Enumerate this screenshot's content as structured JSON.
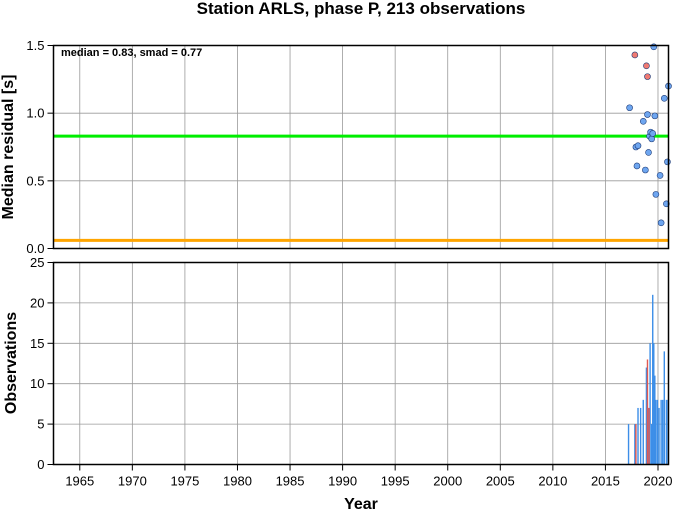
{
  "chart_data": [
    {
      "type": "scatter",
      "title": "Station ARLS, phase P, 213 observations",
      "ylabel": "Median residual [s]",
      "annotation": "median = 0.83, smad = 0.77",
      "xlim": [
        1962.5,
        2021.0
      ],
      "ylim": [
        0.0,
        1.5
      ],
      "yticks": [
        "0.0",
        "0.5",
        "1.0",
        "1.5"
      ],
      "grid": true,
      "reference_lines": [
        {
          "value": 0.83,
          "color": "#00ee00"
        },
        {
          "value": 0.06,
          "color": "#ffa500"
        }
      ],
      "series": [
        {
          "color": "#6ea6f0",
          "points": [
            {
              "x": 2017.3,
              "y": 1.04
            },
            {
              "x": 2017.9,
              "y": 0.75
            },
            {
              "x": 2018.0,
              "y": 0.61
            },
            {
              "x": 2018.1,
              "y": 0.76
            },
            {
              "x": 2018.6,
              "y": 0.94
            },
            {
              "x": 2018.8,
              "y": 0.58
            },
            {
              "x": 2019.0,
              "y": 0.99
            },
            {
              "x": 2019.1,
              "y": 0.71
            },
            {
              "x": 2019.2,
              "y": 0.83
            },
            {
              "x": 2019.3,
              "y": 0.86
            },
            {
              "x": 2019.4,
              "y": 0.81
            },
            {
              "x": 2019.5,
              "y": 0.85
            },
            {
              "x": 2019.6,
              "y": 1.49
            },
            {
              "x": 2019.7,
              "y": 0.98
            },
            {
              "x": 2019.8,
              "y": 0.4
            },
            {
              "x": 2020.2,
              "y": 0.54
            },
            {
              "x": 2020.3,
              "y": 0.19
            },
            {
              "x": 2020.6,
              "y": 1.11
            },
            {
              "x": 2020.8,
              "y": 0.33
            },
            {
              "x": 2020.9,
              "y": 0.64
            },
            {
              "x": 2021.0,
              "y": 1.2
            }
          ]
        },
        {
          "color": "#f07a72",
          "points": [
            {
              "x": 2017.8,
              "y": 1.43
            },
            {
              "x": 2018.9,
              "y": 1.35
            },
            {
              "x": 2019.0,
              "y": 1.27
            }
          ]
        }
      ]
    },
    {
      "type": "bar",
      "xlabel": "Year",
      "ylabel": "Observations",
      "xlim": [
        1962.5,
        2021.0
      ],
      "ylim": [
        0,
        25
      ],
      "yticks": [
        "0",
        "5",
        "10",
        "15",
        "20",
        "25"
      ],
      "xticks": [
        "1965",
        "1970",
        "1975",
        "1980",
        "1985",
        "1990",
        "1995",
        "2000",
        "2005",
        "2010",
        "2015",
        "2020"
      ],
      "grid": true,
      "series": [
        {
          "color": "#3c8ee8",
          "bars": [
            {
              "x": 2017.2,
              "y": 5
            },
            {
              "x": 2017.8,
              "y": 5
            },
            {
              "x": 2018.1,
              "y": 7
            },
            {
              "x": 2018.35,
              "y": 7
            },
            {
              "x": 2018.6,
              "y": 8
            },
            {
              "x": 2018.9,
              "y": 12
            },
            {
              "x": 2019.1,
              "y": 7
            },
            {
              "x": 2019.25,
              "y": 15
            },
            {
              "x": 2019.4,
              "y": 5
            },
            {
              "x": 2019.5,
              "y": 21
            },
            {
              "x": 2019.6,
              "y": 15
            },
            {
              "x": 2019.7,
              "y": 11
            },
            {
              "x": 2019.8,
              "y": 8
            },
            {
              "x": 2019.95,
              "y": 8
            },
            {
              "x": 2020.1,
              "y": 7
            },
            {
              "x": 2020.3,
              "y": 8
            },
            {
              "x": 2020.45,
              "y": 8
            },
            {
              "x": 2020.6,
              "y": 14
            },
            {
              "x": 2020.8,
              "y": 8
            },
            {
              "x": 2020.95,
              "y": 8
            }
          ]
        },
        {
          "color": "#e05a52",
          "bars": [
            {
              "x": 2017.9,
              "y": 5
            },
            {
              "x": 2019.0,
              "y": 13
            },
            {
              "x": 2019.15,
              "y": 7
            }
          ]
        }
      ]
    }
  ]
}
